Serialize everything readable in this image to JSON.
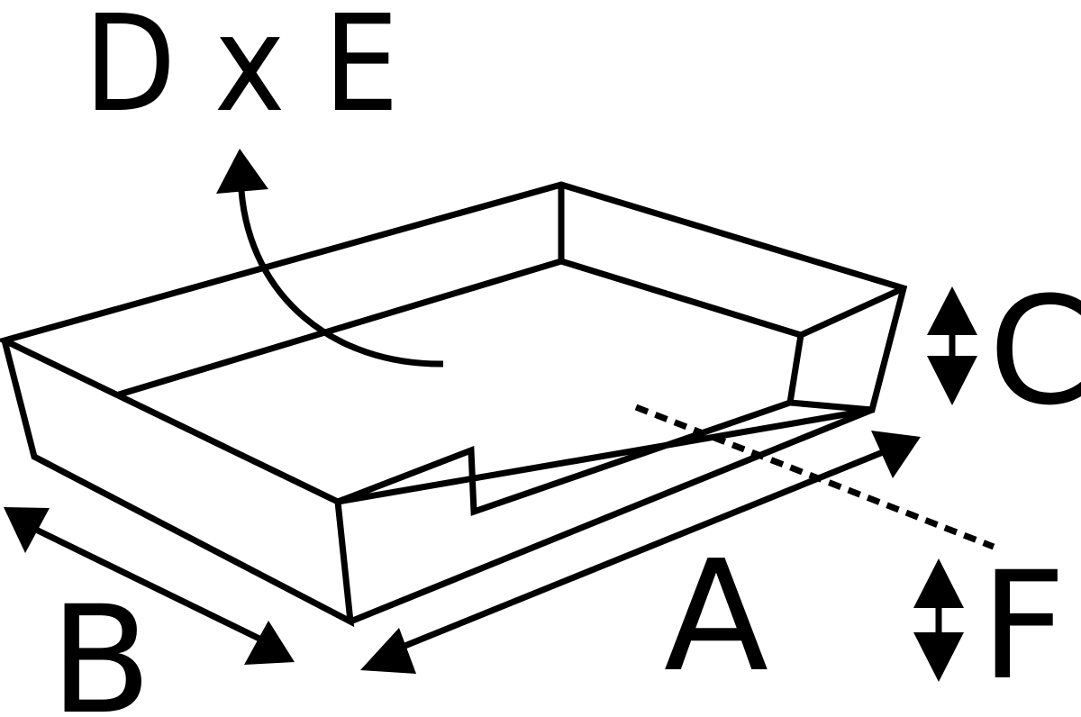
{
  "labels": {
    "top": "D x E",
    "length": "A",
    "width": "B",
    "height": "C",
    "inner_height": "F"
  },
  "colors": {
    "stroke": "#000000",
    "background": "#ffffff"
  }
}
